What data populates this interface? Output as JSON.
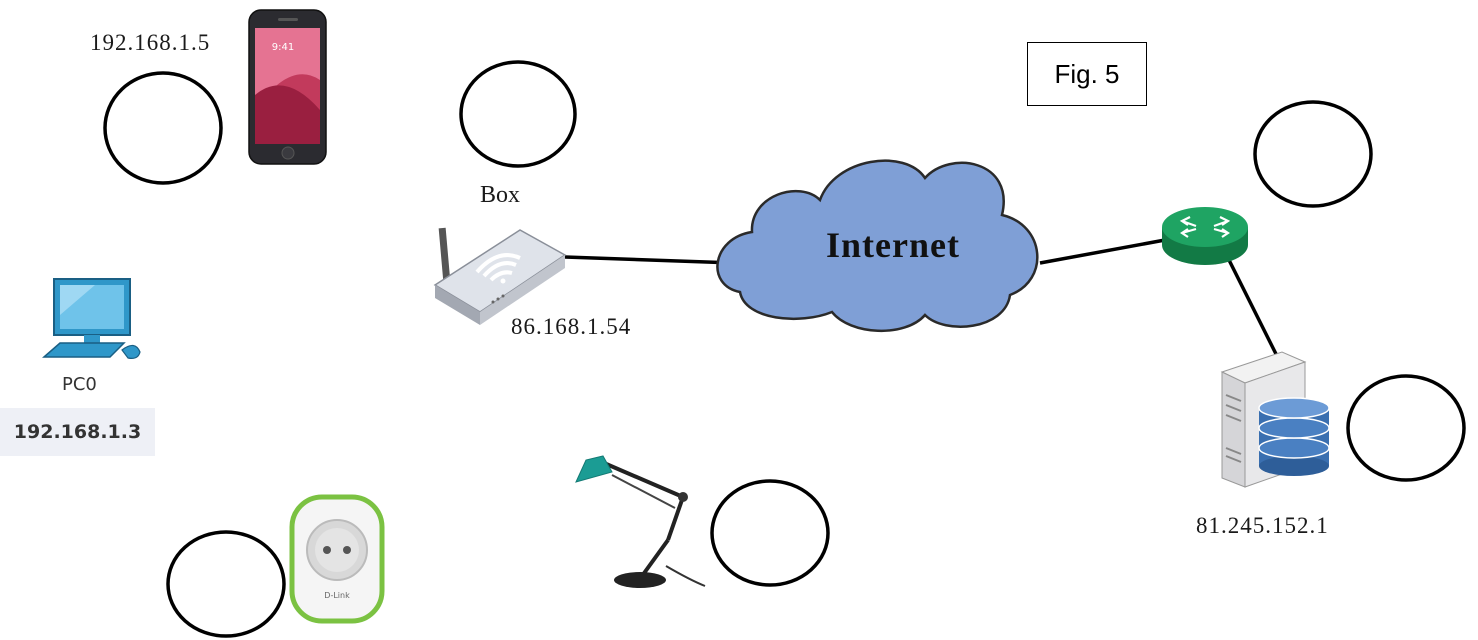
{
  "figure_label": "Fig. 5",
  "internet": {
    "label": "Internet"
  },
  "box": {
    "label": "Box",
    "ip": "86.168.1.54"
  },
  "phone": {
    "ip": "192.168.1.5"
  },
  "pc": {
    "name": "PC0",
    "ip": "192.168.1.3"
  },
  "server": {
    "ip": "81.245.152.1"
  },
  "phone_screen_time": "9:41",
  "plug_brand": "D-Link",
  "colors": {
    "cloud_fill": "#7f9fd6",
    "cloud_stroke": "#2a2a2a",
    "router_green": "#1fa463",
    "db_blue": "#3a6fb0",
    "lamp_teal": "#1b9c94",
    "pc_blue": "#2f97c9",
    "plug_green": "#7bc242"
  }
}
